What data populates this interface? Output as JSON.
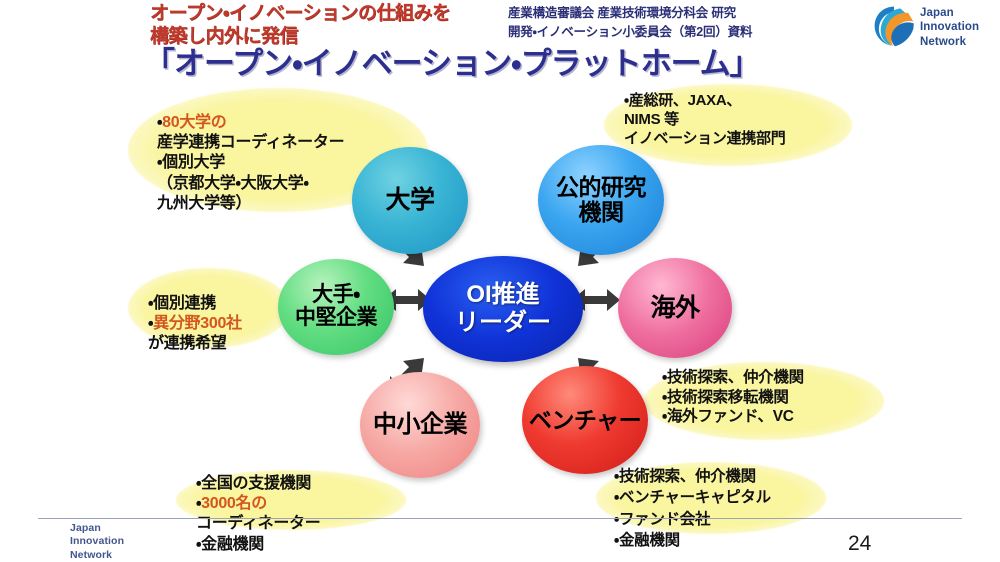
{
  "header": {
    "red_heading": "オープン・イノベーションの仕組みを\n構築し内外に発信",
    "meta": "産業構造審議会 産業技術環境分科会 研究\n開発・イノベーション小委員会（第2回）資料",
    "title": "「オープン・イノベーション・プラットホーム」"
  },
  "logo": {
    "name": "Japan\nInnovation\nNetwork",
    "mark": "swirl-globe-icon"
  },
  "hub": {
    "label": "OI推進\nリーダー",
    "color": "#1033d8"
  },
  "nodes": [
    {
      "id": "university",
      "label": "大学",
      "color": "#38b4d4"
    },
    {
      "id": "public-research",
      "label": "公的研究\n機関",
      "color": "#3aa5f0"
    },
    {
      "id": "large-midsize",
      "label": "大手・\n中堅企業",
      "color": "#62dd82"
    },
    {
      "id": "overseas",
      "label": "海外",
      "color": "#ef6f9f"
    },
    {
      "id": "sme",
      "label": "中小企業",
      "color": "#f6a8a4"
    },
    {
      "id": "venture",
      "label": "ベンチャー",
      "color": "#ef3a30"
    }
  ],
  "notes": {
    "university": {
      "line1_bullet": "・",
      "line1_highlight": "80大学の",
      "rest": "\n 産学連携コーディネーター\n・個別大学\n （京都大学・大阪大学・\n  九州大学等）"
    },
    "public_research": "・産総研、JAXA、\n  NIMS 等\nイノベーション連携部門",
    "large_midsize": {
      "pre": "・個別連携\n・",
      "highlight": "異分野300社",
      "post": "\n が連携希望"
    },
    "overseas": "・技術探索、仲介機関\n・技術探索移転機関\n・海外ファンド、VC",
    "sme": {
      "pre": "・全国の支援機関\n・",
      "highlight": "3000名の",
      "post": "\n   コーディネーター\n・金融機関"
    },
    "venture": "・技術探索、仲介機関\n・ベンチャーキャピタル\n・ファンド会社\n・金融機関"
  },
  "footer": {
    "logo_text": "Japan\nInnovation\nNetwork",
    "page_number": "24"
  },
  "colors": {
    "red_heading": "#c0392b",
    "title_blue": "#2d2f8f",
    "meta_navy": "#2b2f77",
    "highlight_orange": "#d4561f",
    "blob_yellow": "#f7f09a"
  }
}
